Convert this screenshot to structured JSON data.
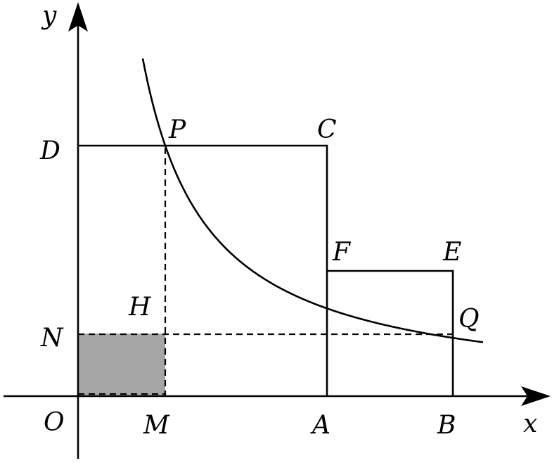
{
  "figure": {
    "axes": {
      "x_label": "x",
      "y_label": "y"
    },
    "labels": {
      "O": "O",
      "M": "M",
      "A": "A",
      "B": "B",
      "N": "N",
      "D": "D",
      "H": "H",
      "P": "P",
      "C": "C",
      "F": "F",
      "E": "E",
      "Q": "Q"
    },
    "colors": {
      "stroke": "#000000",
      "shaded_rect": "#a6a6a6",
      "background": "#ffffff"
    }
  }
}
